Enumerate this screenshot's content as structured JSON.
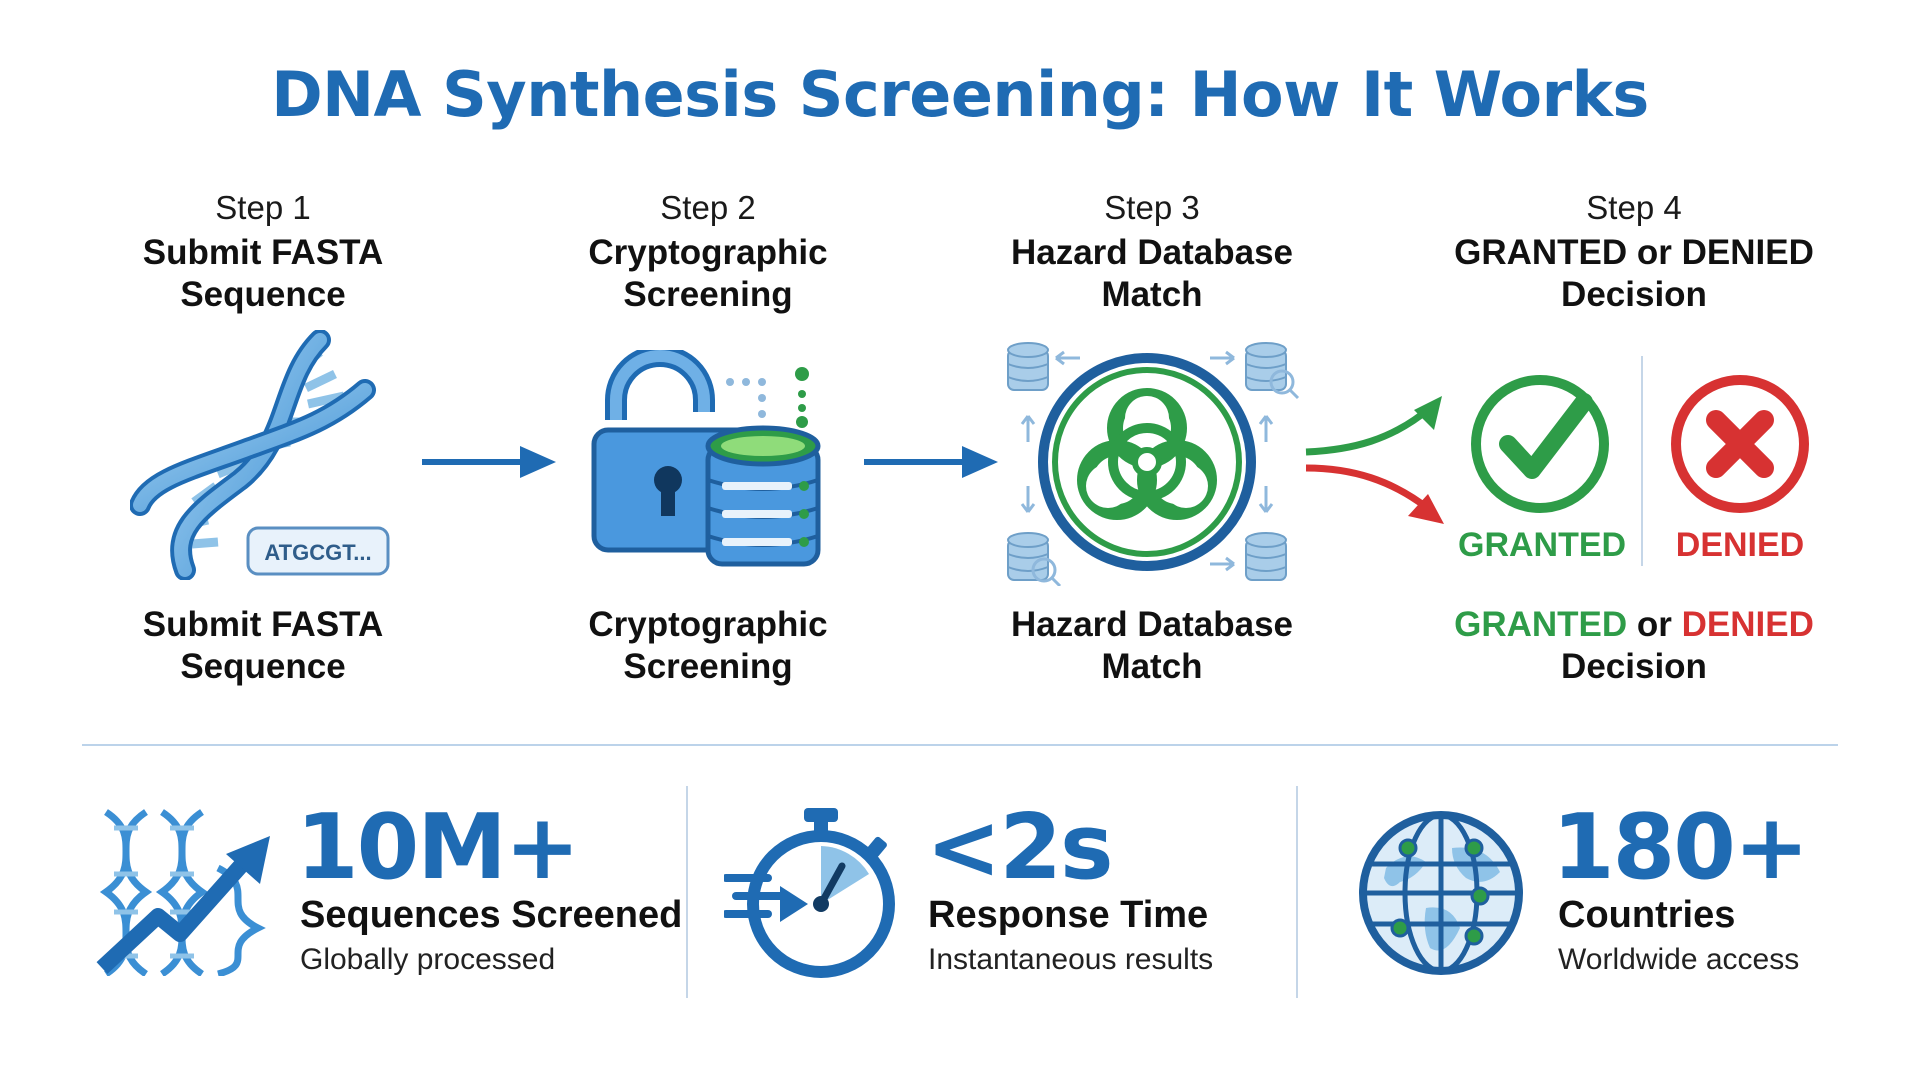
{
  "title": "DNA Synthesis Screening: How It Works",
  "steps": [
    {
      "num": "Step 1",
      "title_line1": "Submit FASTA",
      "title_line2": "Sequence",
      "caption_line1": "Submit FASTA",
      "caption_line2": "Sequence",
      "icon": "dna-helix-icon",
      "badge": "ATGCGT..."
    },
    {
      "num": "Step 2",
      "title_line1": "Cryptographic",
      "title_line2": "Screening",
      "caption_line1": "Cryptographic",
      "caption_line2": "Screening",
      "icon": "lock-database-icon"
    },
    {
      "num": "Step 3",
      "title_line1": "Hazard Database",
      "title_line2": "Match",
      "caption_line1": "Hazard Database",
      "caption_line2": "Match",
      "icon": "biohazard-icon"
    },
    {
      "num": "Step 4",
      "title_line1": "GRANTED or DENIED",
      "title_line2": "Decision",
      "caption_granted": "GRANTED",
      "caption_or": " or ",
      "caption_denied": "DENIED",
      "caption_line2": "Decision",
      "icon": "check-cross-icon"
    }
  ],
  "decision": {
    "granted": "GRANTED",
    "denied": "DENIED"
  },
  "stats": [
    {
      "value": "10M+",
      "label": "Sequences Screened",
      "sub": "Globally processed",
      "icon": "dna-growth-icon"
    },
    {
      "value": "<2s",
      "label": "Response Time",
      "sub": "Instantaneous results",
      "icon": "stopwatch-icon"
    },
    {
      "value": "180+",
      "label": "Countries",
      "sub": "Worldwide access",
      "icon": "globe-network-icon"
    }
  ],
  "colors": {
    "primary": "#1f6bb3",
    "granted": "#2e9c48",
    "denied": "#d73232",
    "light_blue": "#8fc3e8"
  }
}
